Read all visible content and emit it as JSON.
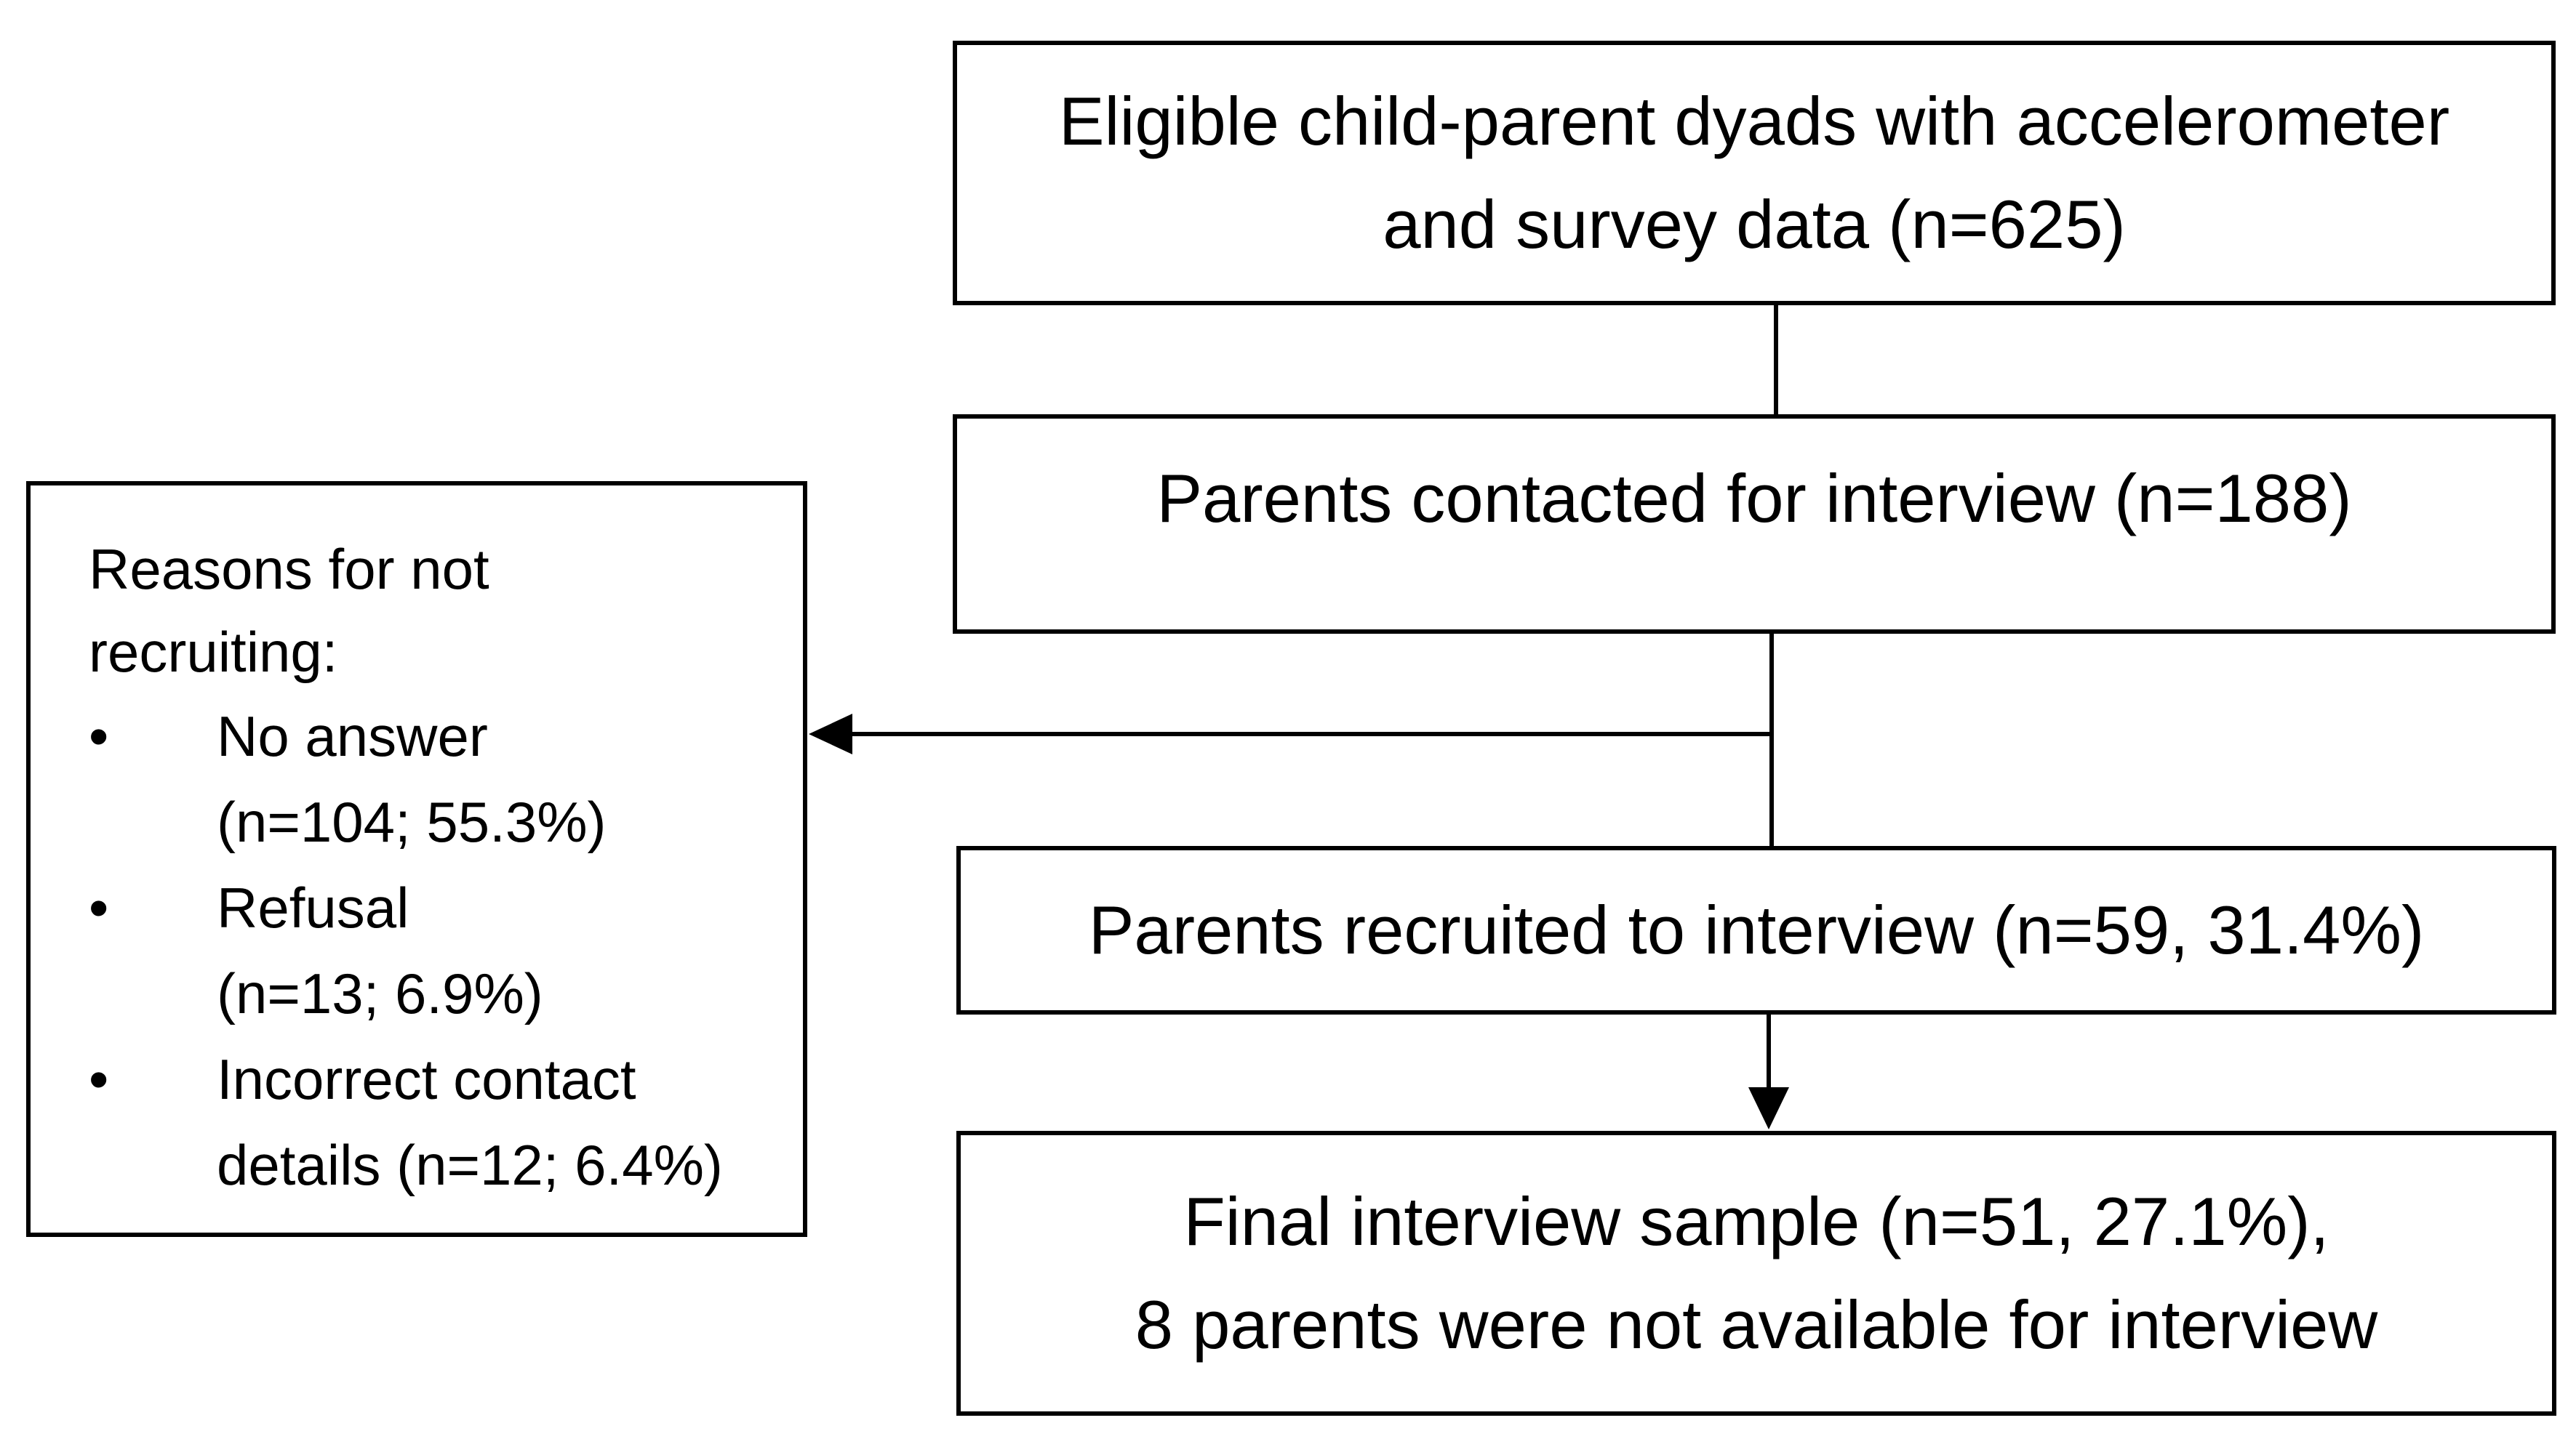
{
  "boxes": {
    "eligible": {
      "line1": "Eligible child-parent dyads with accelerometer",
      "line2": "and survey data (n=625)"
    },
    "contacted": {
      "line1": "Parents contacted for interview (n=188)"
    },
    "recruited": {
      "line1": "Parents recruited to interview (n=59, 31.4%)"
    },
    "final": {
      "line1": "Final interview sample (n=51, 27.1%),",
      "line2": "8 parents were not available for interview"
    }
  },
  "reasons": {
    "heading_line1": "Reasons for not",
    "heading_line2": "recruiting:",
    "bullet_glyph": "•",
    "items": [
      {
        "line1": "No answer",
        "line2": "(n=104; 55.3%)"
      },
      {
        "line1": "Refusal",
        "line2": "(n=13; 6.9%)"
      },
      {
        "line1": "Incorrect contact",
        "line2": "details (n=12; 6.4%)"
      }
    ]
  },
  "colors": {
    "stroke": "#000000",
    "background": "#ffffff"
  }
}
